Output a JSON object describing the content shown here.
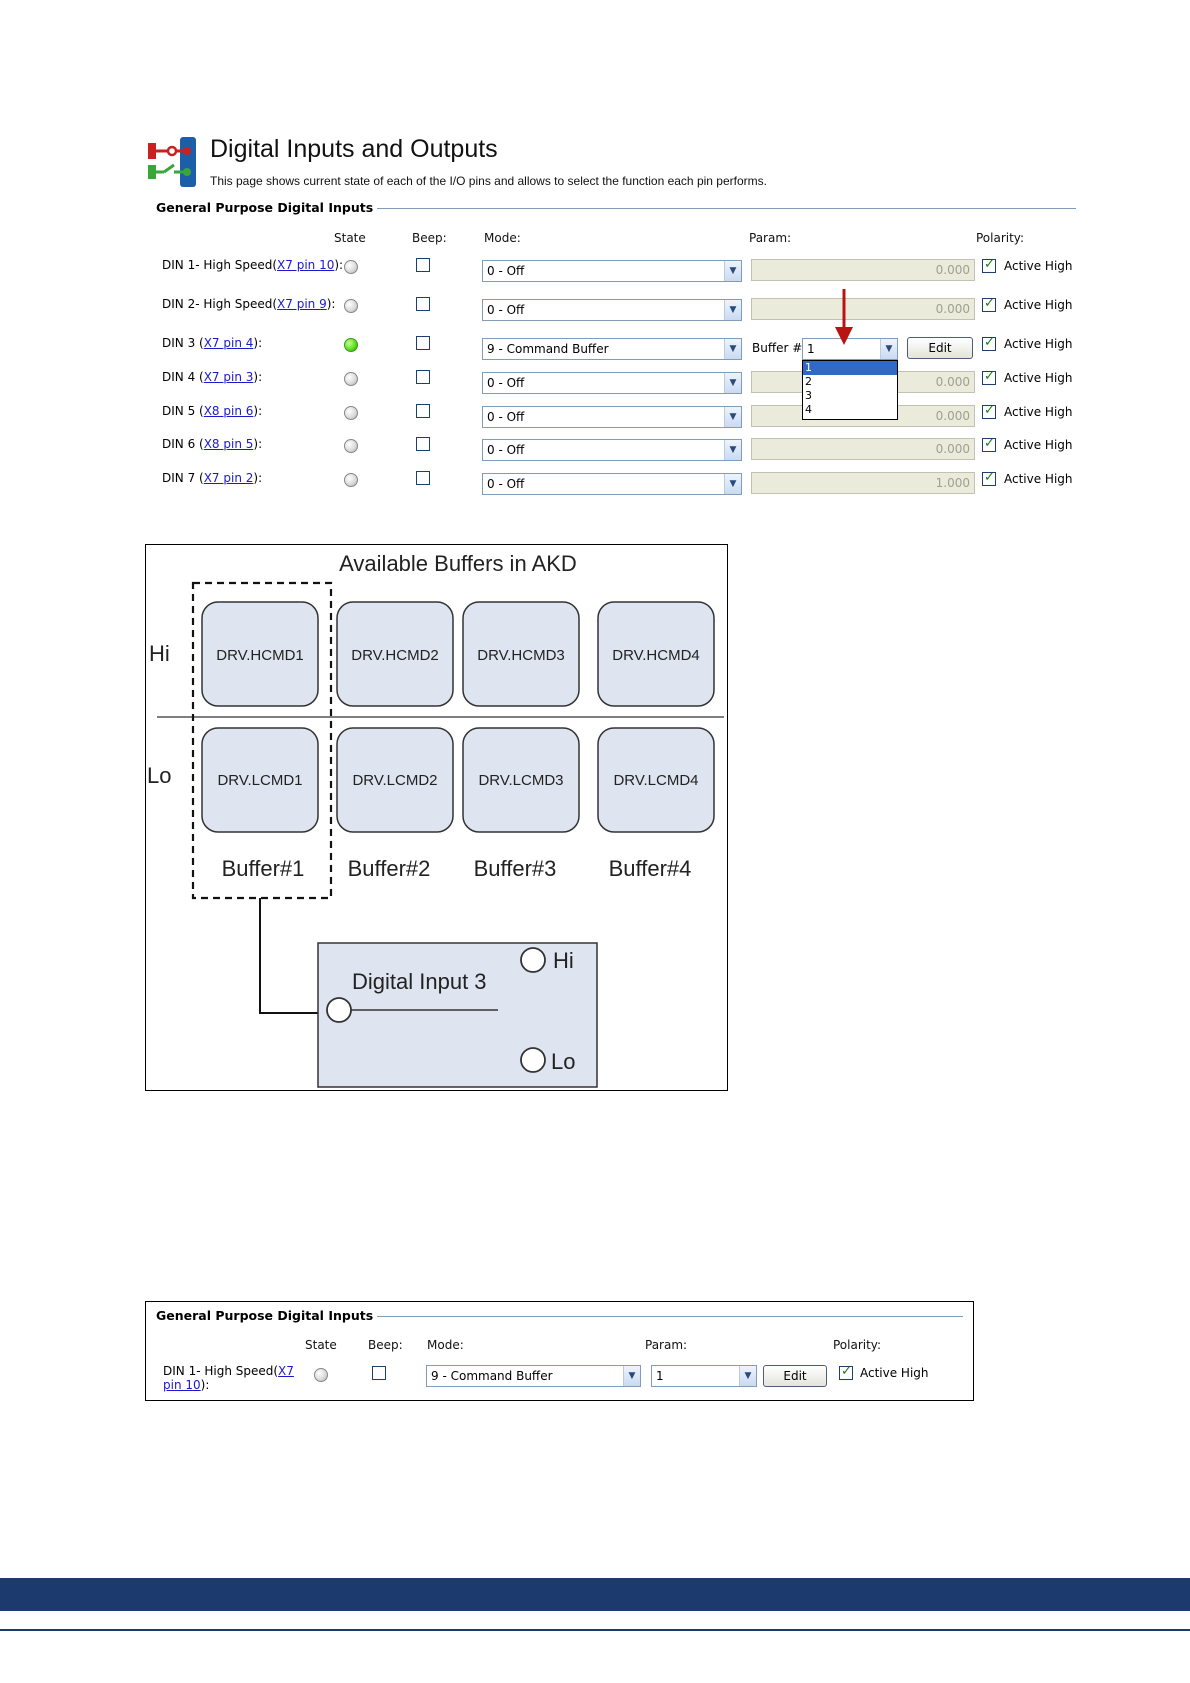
{
  "header": {
    "title": "Digital Inputs and Outputs",
    "description": "This page shows current state of each of the I/O pins and allows to select the function each pin performs."
  },
  "inputs_panel": {
    "group_title": "General Purpose Digital Inputs",
    "columns": {
      "state": "State",
      "beep": "Beep:",
      "mode": "Mode:",
      "param": "Param:",
      "polarity": "Polarity:"
    },
    "rows": [
      {
        "label": "DIN 1- High Speed(",
        "link": "X7 pin 10",
        "suffix": "):",
        "state_on": false,
        "mode": "0 - Off",
        "param": "0.000",
        "polarity": "Active High"
      },
      {
        "label": "DIN 2- High Speed(",
        "link": "X7 pin 9",
        "suffix": "):",
        "state_on": false,
        "mode": "0 - Off",
        "param": "0.000",
        "polarity": "Active High"
      },
      {
        "label": "DIN 3 (",
        "link": "X7 pin 4",
        "suffix": "):",
        "state_on": true,
        "mode": "9 - Command Buffer",
        "param": "",
        "polarity": "Active High"
      },
      {
        "label": "DIN 4 (",
        "link": "X7 pin 3",
        "suffix": "):",
        "state_on": false,
        "mode": "0 - Off",
        "param": "0.000",
        "polarity": "Active High"
      },
      {
        "label": "DIN 5 (",
        "link": "X8 pin 6",
        "suffix": "):",
        "state_on": false,
        "mode": "0 - Off",
        "param": "0.000",
        "polarity": "Active High"
      },
      {
        "label": "DIN 6 (",
        "link": "X8 pin 5",
        "suffix": "):",
        "state_on": false,
        "mode": "0 - Off",
        "param": "0.000",
        "polarity": "Active High"
      },
      {
        "label": "DIN 7 (",
        "link": "X7 pin 2",
        "suffix": "):",
        "state_on": false,
        "mode": "0 - Off",
        "param": "1.000",
        "polarity": "Active High"
      }
    ],
    "buffer_label": "Buffer #",
    "buffer_value": "1",
    "edit_label": "Edit",
    "buffer_options": [
      "1",
      "2",
      "3",
      "4"
    ]
  },
  "diagram": {
    "title": "Available Buffers in AKD",
    "hi_label": "Hi",
    "lo_label": "Lo",
    "hcmd": [
      "DRV.HCMD1",
      "DRV.HCMD2",
      "DRV.HCMD3",
      "DRV.HCMD4"
    ],
    "lcmd": [
      "DRV.LCMD1",
      "DRV.LCMD2",
      "DRV.LCMD3",
      "DRV.LCMD4"
    ],
    "buffers": [
      "Buffer#1",
      "Buffer#2",
      "Buffer#3",
      "Buffer#4"
    ],
    "input_title": "Digital Input 3",
    "input_hi": "Hi",
    "input_lo": "Lo"
  },
  "panel2": {
    "group_title": "General Purpose Digital Inputs",
    "columns": {
      "state": "State",
      "beep": "Beep:",
      "mode": "Mode:",
      "param": "Param:",
      "polarity": "Polarity:"
    },
    "label_line1": "DIN 1- High Speed(",
    "link_line1": "X7",
    "link_line2": "pin 10",
    "suffix": "):",
    "mode": "9 - Command Buffer",
    "param": "1",
    "edit_label": "Edit",
    "polarity": "Active High"
  },
  "colors": {
    "footer": "#1c3a6e",
    "link": "#1a1acc",
    "led_on": "#5de020",
    "arrow": "#b81414",
    "diagram_box": "#dfe5f0"
  }
}
